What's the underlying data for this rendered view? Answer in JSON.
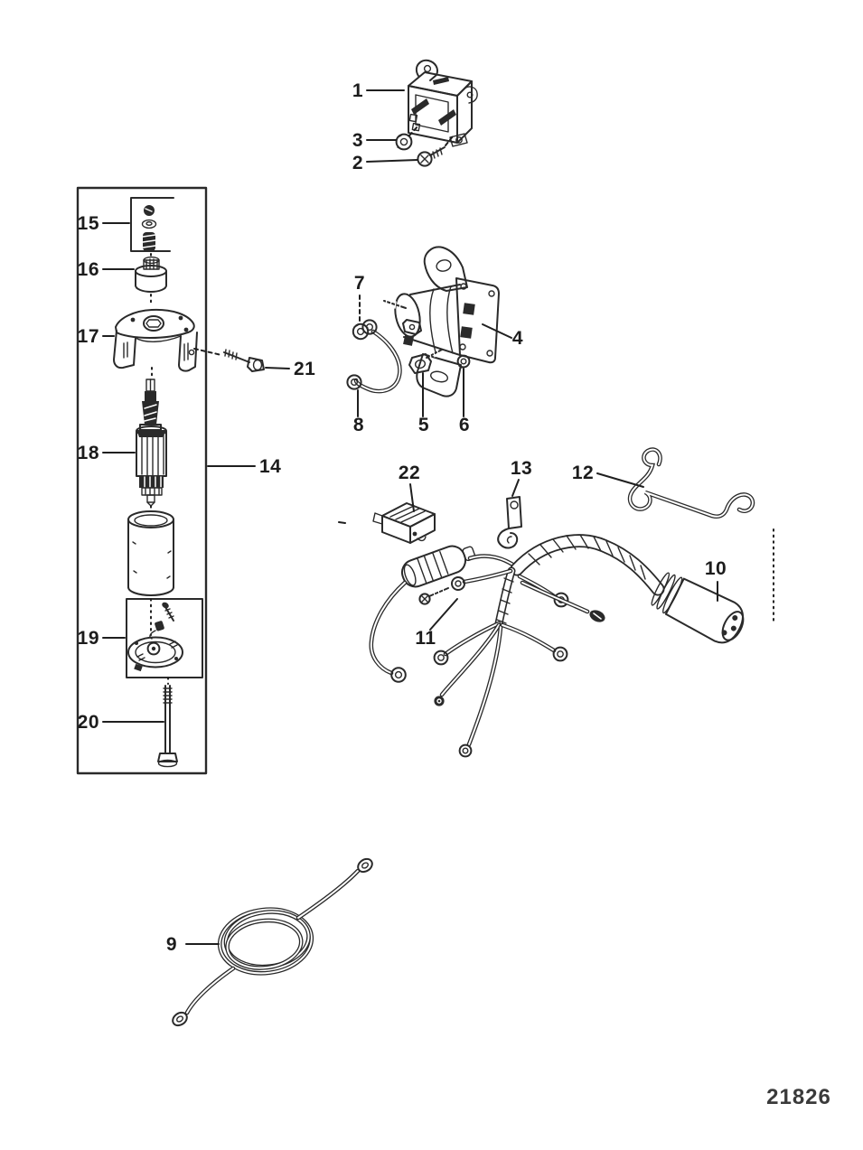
{
  "drawing_number": "21826",
  "colors": {
    "ink": "#2a2a2a",
    "paper": "#ffffff",
    "label": "#1c1c1c"
  },
  "callouts": {
    "c1": "1",
    "c2": "2",
    "c3": "3",
    "c4": "4",
    "c5": "5",
    "c6": "6",
    "c7": "7",
    "c8": "8",
    "c9": "9",
    "c10": "10",
    "c11": "11",
    "c12": "12",
    "c13": "13",
    "c14": "14",
    "c15": "15",
    "c16": "16",
    "c17": "17",
    "c18": "18",
    "c19": "19",
    "c20": "20",
    "c21": "21",
    "c22": "22"
  }
}
